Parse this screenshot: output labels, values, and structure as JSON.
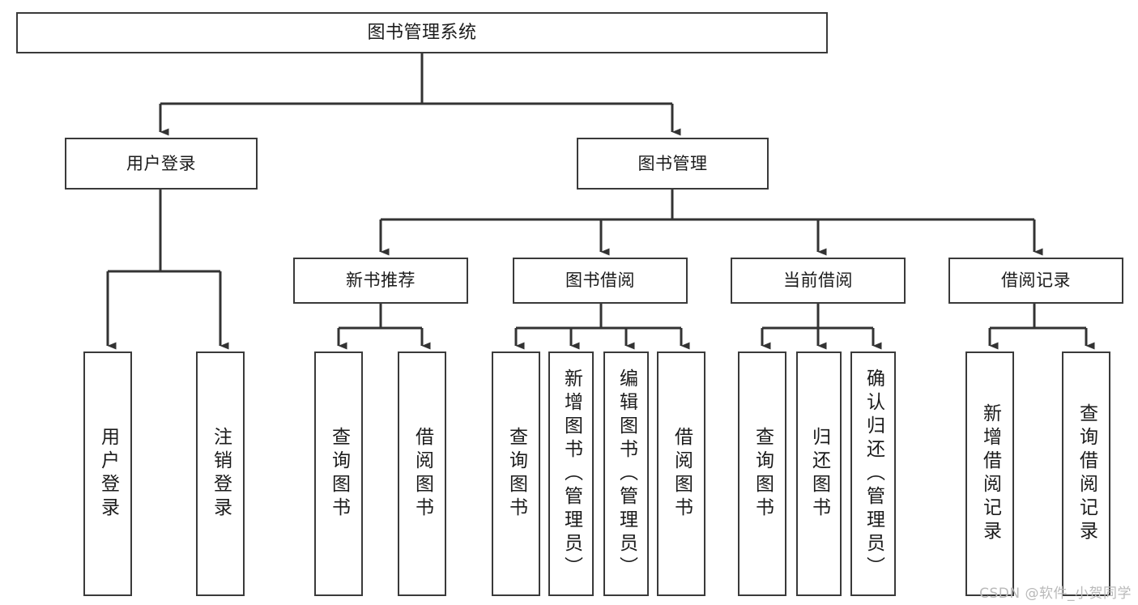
{
  "diagram": {
    "title": "图书管理系统",
    "type": "hierarchy-tree",
    "watermark": "CSDN @软件_小贺同学",
    "colors": {
      "box_border": "#3a3a3a",
      "box_fill": "#ffffff",
      "edge": "#333333",
      "text": "#1b1b1b",
      "watermark": "#b9b9b9",
      "background": "#ffffff"
    },
    "levels": [
      {
        "level": 0,
        "nodes": [
          {
            "id": "root",
            "label": "图书管理系统",
            "orientation": "horizontal"
          }
        ]
      },
      {
        "level": 1,
        "nodes": [
          {
            "id": "user-login",
            "label": "用户登录",
            "orientation": "horizontal",
            "parent": "root"
          },
          {
            "id": "book-manage",
            "label": "图书管理",
            "orientation": "horizontal",
            "parent": "root"
          }
        ]
      },
      {
        "level": 2,
        "nodes": [
          {
            "id": "new-book-rec",
            "label": "新书推荐",
            "orientation": "horizontal",
            "parent": "book-manage"
          },
          {
            "id": "book-borrow",
            "label": "图书借阅",
            "orientation": "horizontal",
            "parent": "book-manage"
          },
          {
            "id": "current-borrow",
            "label": "当前借阅",
            "orientation": "horizontal",
            "parent": "book-manage"
          },
          {
            "id": "borrow-record",
            "label": "借阅记录",
            "orientation": "horizontal",
            "parent": "book-manage"
          }
        ]
      },
      {
        "level": 3,
        "nodes": [
          {
            "id": "leaf-user-login",
            "label": "用户登录",
            "orientation": "vertical",
            "parent": "user-login"
          },
          {
            "id": "leaf-logout",
            "label": "注销登录",
            "orientation": "vertical",
            "parent": "user-login"
          },
          {
            "id": "leaf-query-book-1",
            "label": "查询图书",
            "orientation": "vertical",
            "parent": "new-book-rec"
          },
          {
            "id": "leaf-borrow-book-1",
            "label": "借阅图书",
            "orientation": "vertical",
            "parent": "new-book-rec"
          },
          {
            "id": "leaf-query-book-2",
            "label": "查询图书",
            "orientation": "vertical",
            "parent": "book-borrow"
          },
          {
            "id": "leaf-add-book",
            "label": "新增图书（管理员）",
            "orientation": "vertical",
            "parent": "book-borrow"
          },
          {
            "id": "leaf-edit-book",
            "label": "编辑图书（管理员）",
            "orientation": "vertical",
            "parent": "book-borrow"
          },
          {
            "id": "leaf-borrow-book-2",
            "label": "借阅图书",
            "orientation": "vertical",
            "parent": "book-borrow"
          },
          {
            "id": "leaf-query-book-3",
            "label": "查询图书",
            "orientation": "vertical",
            "parent": "current-borrow"
          },
          {
            "id": "leaf-return-book",
            "label": "归还图书",
            "orientation": "vertical",
            "parent": "current-borrow"
          },
          {
            "id": "leaf-confirm-return",
            "label": "确认归还（管理员）",
            "orientation": "vertical",
            "parent": "current-borrow"
          },
          {
            "id": "leaf-add-record",
            "label": "新增借阅记录",
            "orientation": "vertical",
            "parent": "borrow-record"
          },
          {
            "id": "leaf-query-record",
            "label": "查询借阅记录",
            "orientation": "vertical",
            "parent": "borrow-record"
          }
        ]
      }
    ]
  }
}
